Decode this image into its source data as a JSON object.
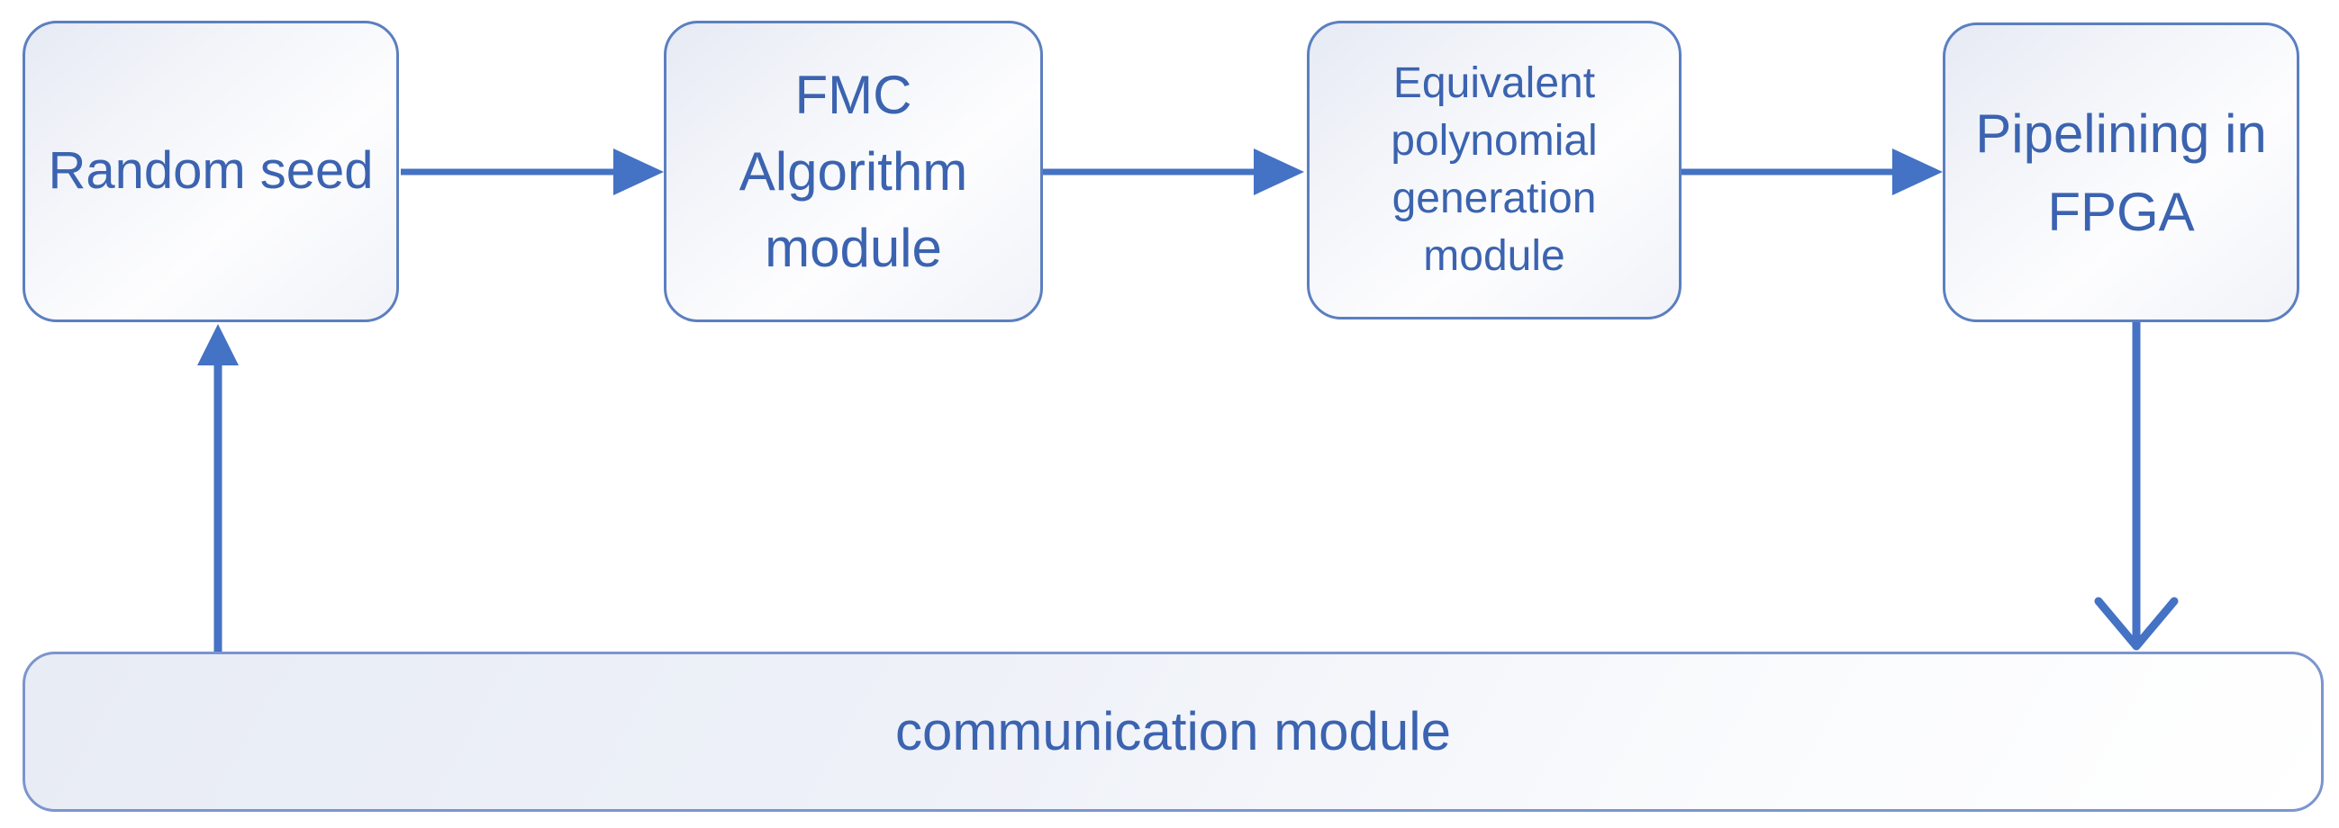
{
  "diagram": {
    "nodes": [
      {
        "id": "random-seed",
        "label": "Random seed"
      },
      {
        "id": "fmc-algorithm-module",
        "label": "FMC\nAlgorithm\nmodule"
      },
      {
        "id": "equivalent-polynomial-generation-module",
        "label": "Equivalent\npolynomial\ngeneration\nmodule"
      },
      {
        "id": "pipelining-in-fpga",
        "label": "Pipelining in\nFPGA"
      },
      {
        "id": "communication-module",
        "label": "communication module"
      }
    ],
    "edges": [
      {
        "from": "random-seed",
        "to": "fmc-algorithm-module",
        "head": "solid-triangle",
        "direction": "right"
      },
      {
        "from": "fmc-algorithm-module",
        "to": "equivalent-polynomial-generation-module",
        "head": "solid-triangle",
        "direction": "right"
      },
      {
        "from": "equivalent-polynomial-generation-module",
        "to": "pipelining-in-fpga",
        "head": "solid-triangle",
        "direction": "right"
      },
      {
        "from": "pipelining-in-fpga",
        "to": "communication-module",
        "head": "open-chevron",
        "direction": "down"
      },
      {
        "from": "communication-module",
        "to": "random-seed",
        "head": "solid-triangle",
        "direction": "up"
      }
    ]
  },
  "colors": {
    "arrow": "#4472c4",
    "node_border": "#5b7fc0",
    "communication_border": "#7b95cd",
    "text": "#3b63b0",
    "background": "#ffffff"
  }
}
